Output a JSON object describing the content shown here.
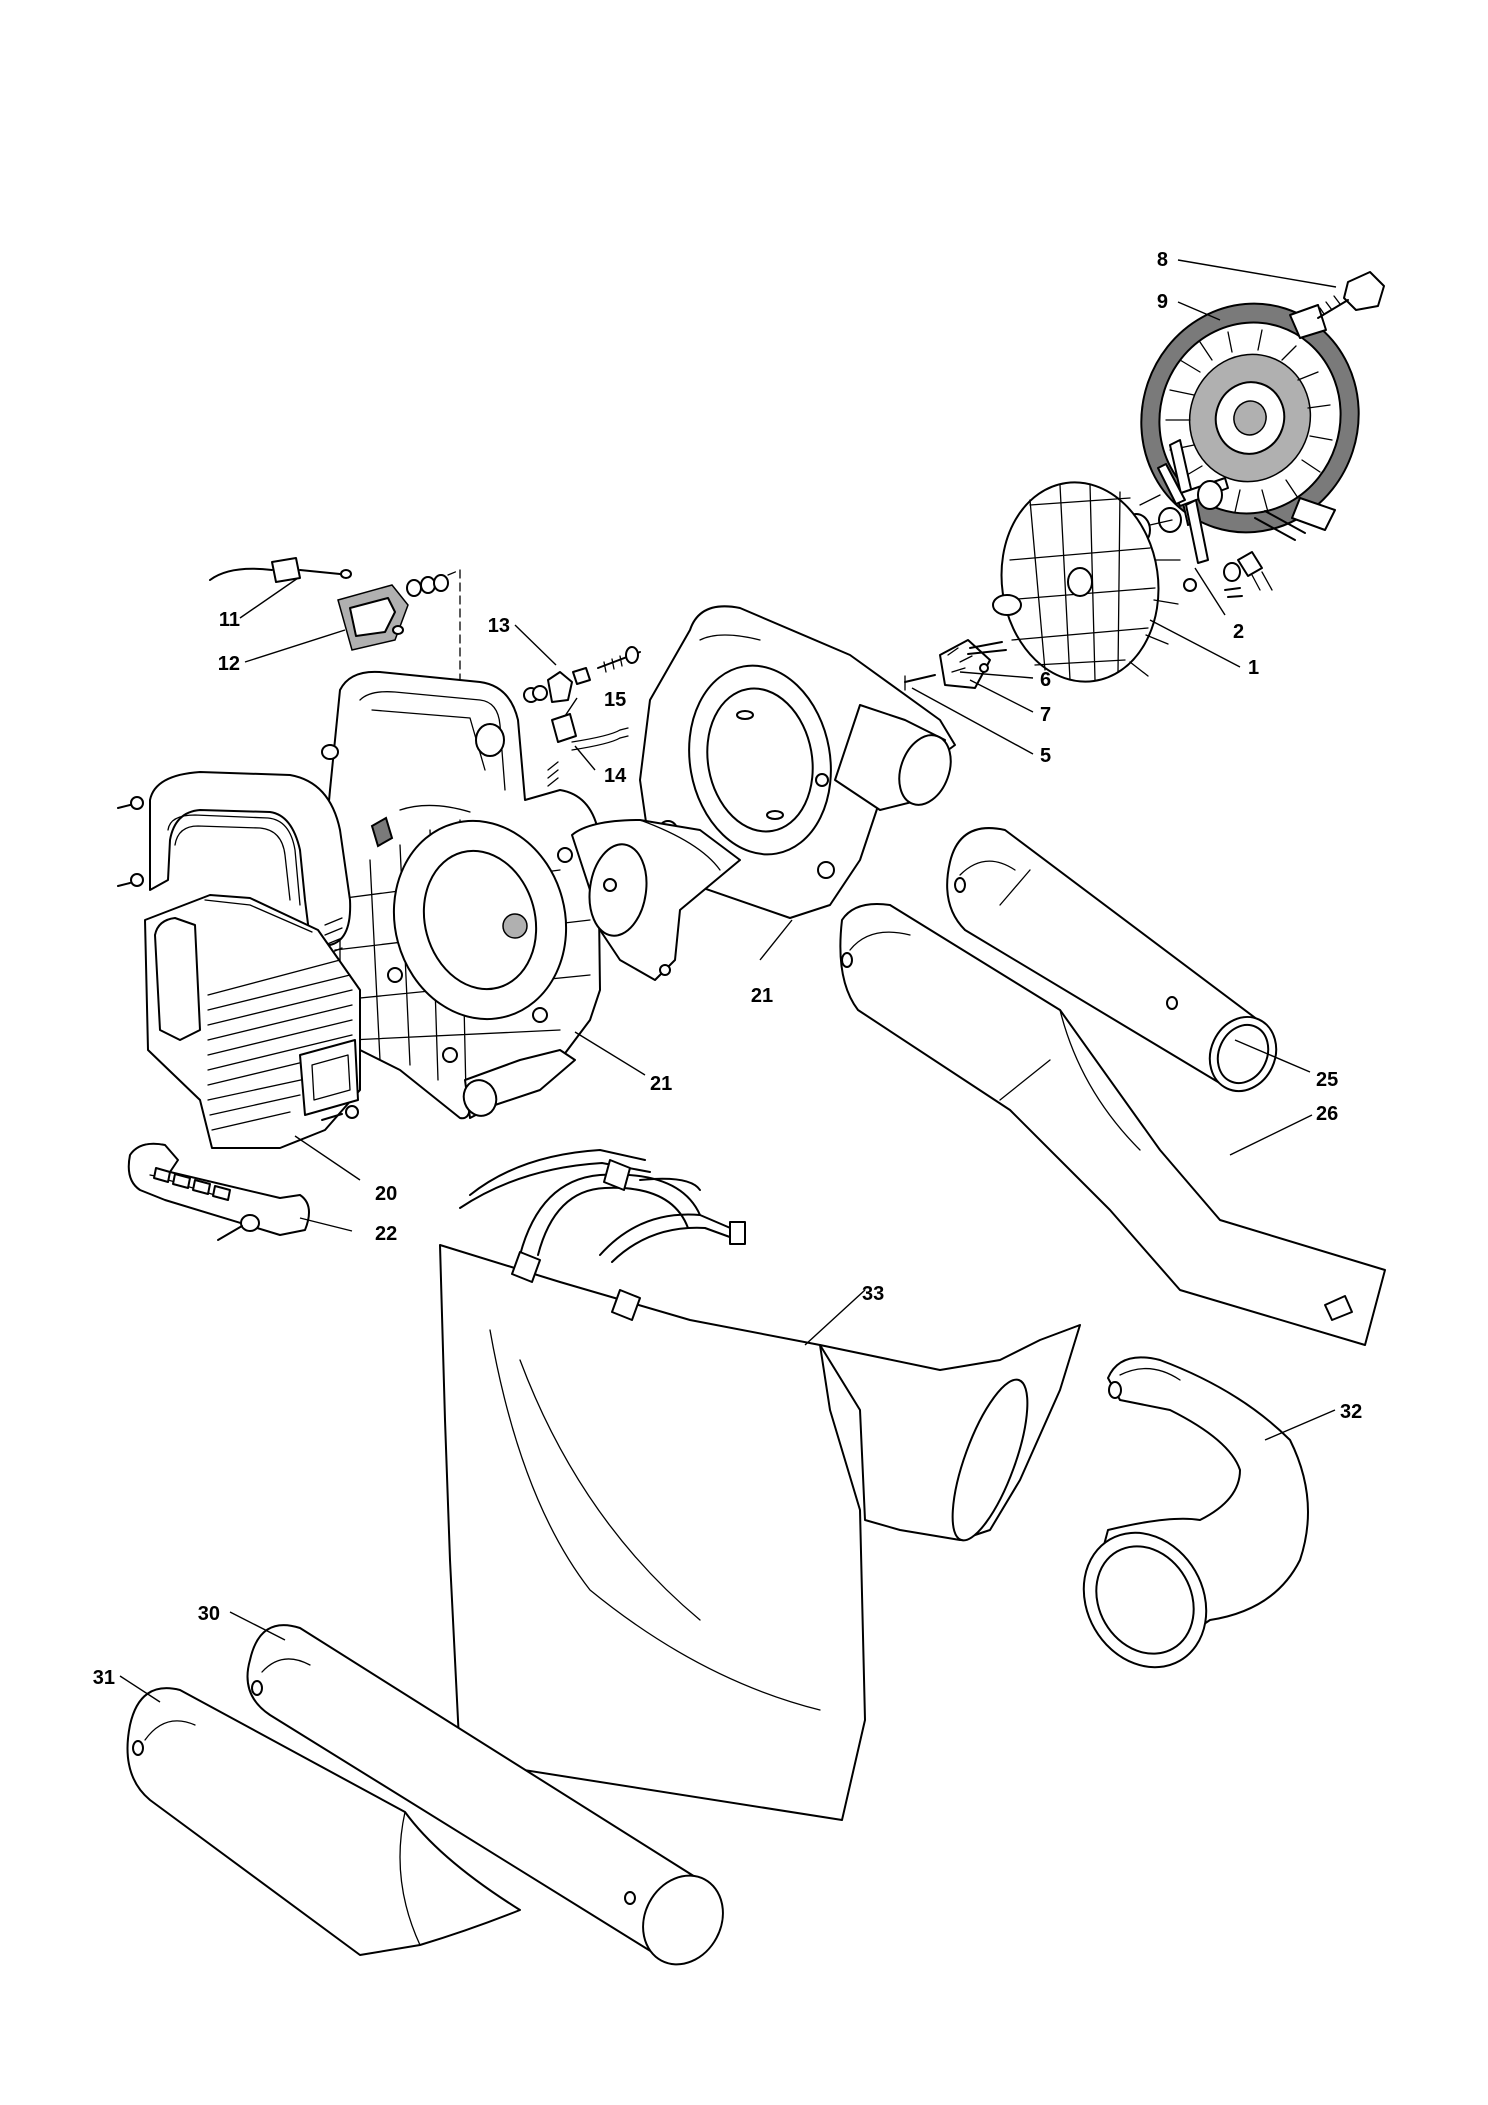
{
  "labels": {
    "p1": "1",
    "p2": "2",
    "p5": "5",
    "p6": "6",
    "p7": "7",
    "p8": "8",
    "p9": "9",
    "p11": "11",
    "p12": "12",
    "p13": "13",
    "p14": "14",
    "p15": "15",
    "p20": "20",
    "p21a": "21",
    "p21b": "21",
    "p22": "22",
    "p25": "25",
    "p26": "26",
    "p30": "30",
    "p31": "31",
    "p32": "32",
    "p33": "33"
  }
}
